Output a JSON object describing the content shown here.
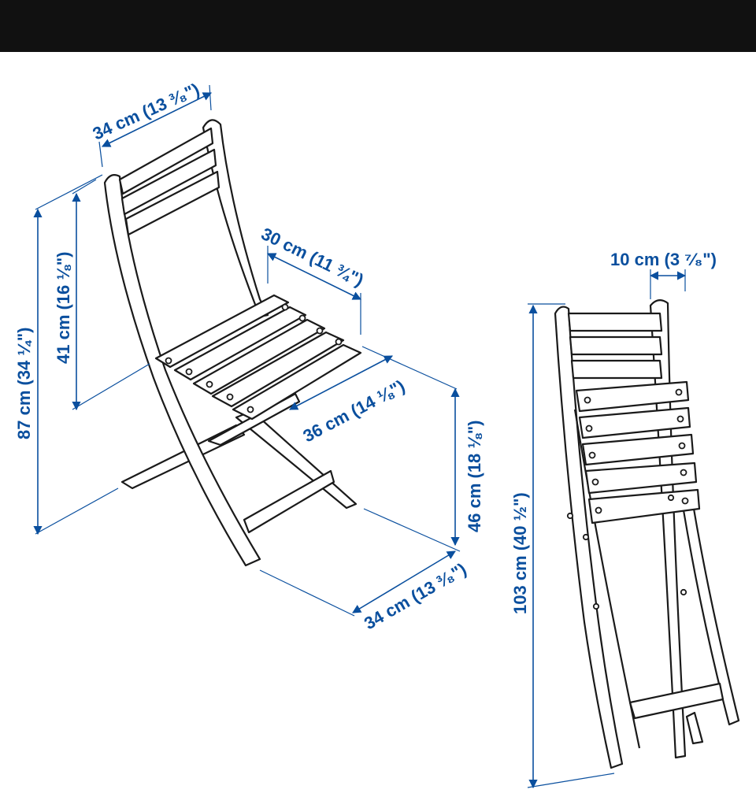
{
  "colors": {
    "dimension": "#0a4f9e",
    "drawing": "#1a1a1a",
    "top_bar": "#111111",
    "background": "#ffffff"
  },
  "dimensions": {
    "backrest_width": "34 cm (13 ³⁄₈\")",
    "seat_depth": "30 cm (11 ¾\")",
    "total_height": "87 cm (34 ¼\")",
    "backrest_height": "41 cm (16 ⅛\")",
    "seat_width": "36 cm (14 ⅛\")",
    "seat_height": "46 cm (18 ⅛\")",
    "base_width": "34 cm (13 ³⁄₈\")",
    "folded_depth": "10 cm (3 ⁷⁄₈\")",
    "folded_height": "103 cm (40 ½\")"
  }
}
